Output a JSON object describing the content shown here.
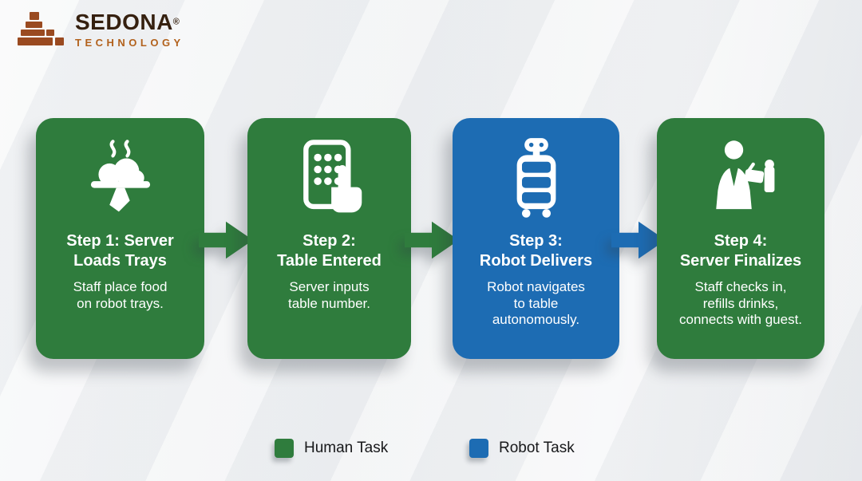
{
  "logo": {
    "brand": "SEDONA",
    "reg": "®",
    "subtitle": "TECHNOLOGY"
  },
  "steps": [
    {
      "title": "Step 1: Server\nLoads Trays",
      "desc": "Staff place food\non robot trays.",
      "type": "human",
      "icon": "tray-icon"
    },
    {
      "title": "Step 2:\nTable Entered",
      "desc": "Server inputs\ntable number.",
      "type": "human",
      "icon": "tablet-icon"
    },
    {
      "title": "Step 3:\nRobot Delivers",
      "desc": "Robot navigates\nto table\nautonomously.",
      "type": "robot",
      "icon": "delivery-robot-icon"
    },
    {
      "title": "Step 4:\nServer Finalizes",
      "desc": "Staff checks in,\nrefills drinks,\nconnects with guest.",
      "type": "human",
      "icon": "waiter-icon"
    }
  ],
  "legend": [
    {
      "label": "Human Task",
      "type": "human"
    },
    {
      "label": "Robot Task",
      "type": "robot"
    }
  ],
  "colors": {
    "human": "#2f7c3d",
    "robot": "#1d6cb3",
    "logo_mark": "#9a4a20",
    "logo_sub": "#b2611c"
  }
}
